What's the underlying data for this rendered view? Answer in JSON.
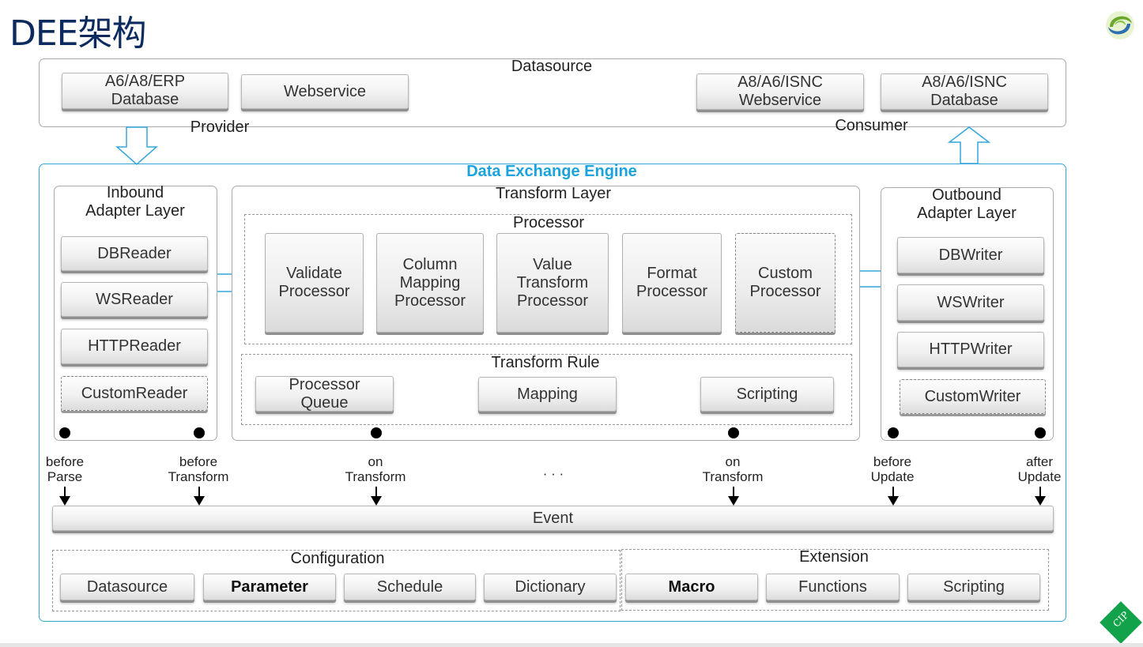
{
  "title": "DEE架构",
  "badge": "CIP",
  "datasource": {
    "title": "Datasource",
    "provider_label": "Provider",
    "consumer_label": "Consumer",
    "provider_items": [
      "A6/A8/ERP\nDatabase",
      "Webservice"
    ],
    "consumer_items": [
      "A8/A6/ISNC\nWebservice",
      "A8/A6/ISNC\nDatabase"
    ]
  },
  "engine": {
    "title": "Data Exchange Engine",
    "inbound": {
      "title": "Inbound\nAdapter Layer",
      "items": [
        "DBReader",
        "WSReader",
        "HTTPReader",
        "CustomReader"
      ]
    },
    "transform": {
      "title": "Transform Layer",
      "processor_title": "Processor",
      "processors": [
        "Validate\nProcessor",
        "Column\nMapping\nProcessor",
        "Value\nTransform\nProcessor",
        "Format\nProcessor",
        "Custom\nProcessor"
      ],
      "rule_title": "Transform Rule",
      "rules": [
        "Processor\nQueue",
        "Mapping",
        "Scripting"
      ]
    },
    "outbound": {
      "title": "Outbound\nAdapter Layer",
      "items": [
        "DBWriter",
        "WSWriter",
        "HTTPWriter",
        "CustomWriter"
      ]
    },
    "events": {
      "labels": [
        "before\nParse",
        "before\nTransform",
        "on\nTransform",
        "on\nTransform",
        "before\nUpdate",
        "after\nUpdate"
      ],
      "ellipsis": "· · ·",
      "bar_label": "Event"
    },
    "configuration": {
      "title": "Configuration",
      "items": [
        "Datasource",
        "Parameter",
        "Schedule",
        "Dictionary"
      ]
    },
    "extension": {
      "title": "Extension",
      "items": [
        "Macro",
        "Functions",
        "Scripting"
      ]
    }
  },
  "colors": {
    "title": "#0d2a5e",
    "engine_accent": "#1aa3dc",
    "arrow_outline": "#34a6d9",
    "badge": "#12a34a"
  }
}
